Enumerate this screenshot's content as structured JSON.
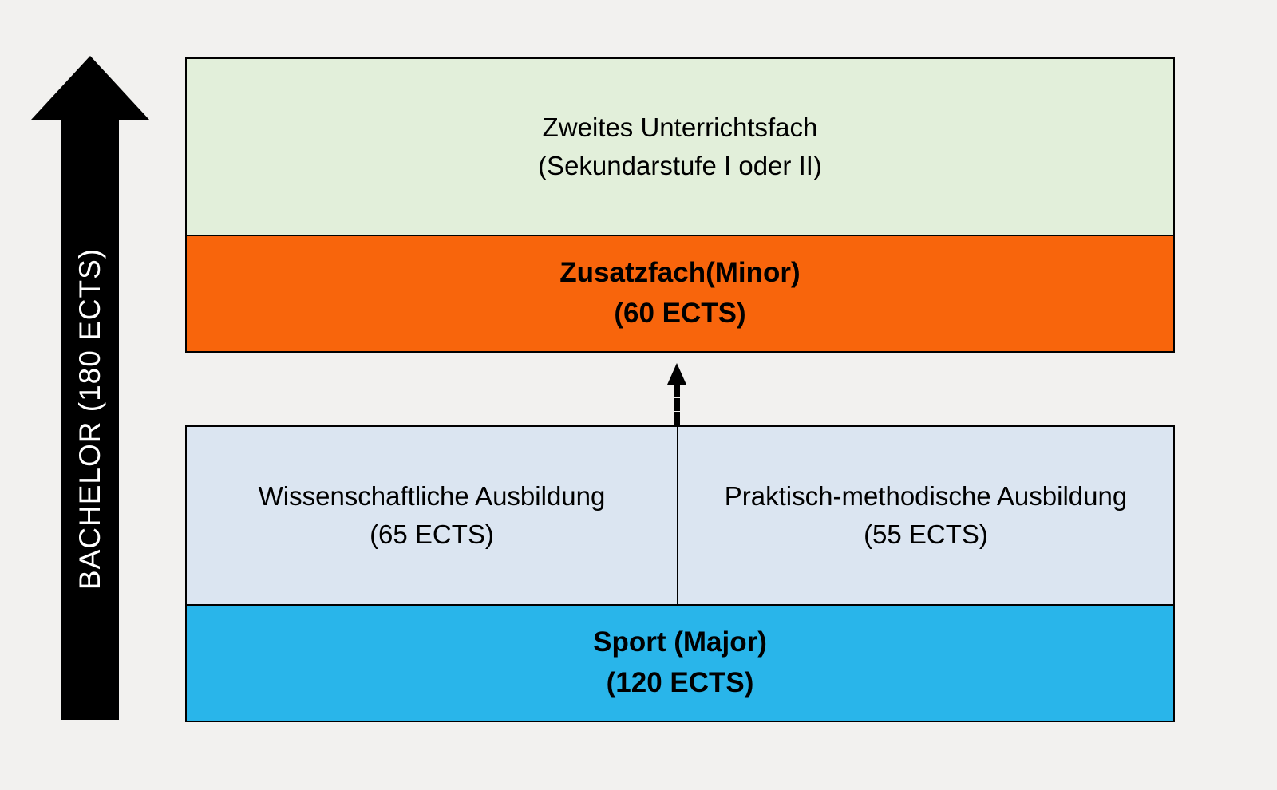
{
  "colors": {
    "background": "#f2f1ef",
    "green_box": "#e2efda",
    "orange_box": "#f8650c",
    "light_blue_box": "#dbe5f1",
    "cyan_box": "#29b5ea",
    "border": "#000000",
    "arrow": "#000000",
    "arrow_text": "#ffffff"
  },
  "axis": {
    "label": "BACHELOR (180 ECTS)"
  },
  "boxes": {
    "zweites": {
      "line1": "Zweites Unterrichtsfach",
      "line2": "(Sekundarstufe I oder II)"
    },
    "zusatzfach": {
      "line1": "Zusatzfach(Minor)",
      "line2": "(60 ECTS)"
    },
    "wissenschaftliche": {
      "line1": "Wissenschaftliche Ausbildung",
      "line2": "(65 ECTS)"
    },
    "praktisch_methodische": {
      "line1": "Praktisch-methodische Ausbildung",
      "line2": "(55 ECTS)"
    },
    "sport": {
      "line1": "Sport (Major)",
      "line2": "(120 ECTS)"
    }
  }
}
